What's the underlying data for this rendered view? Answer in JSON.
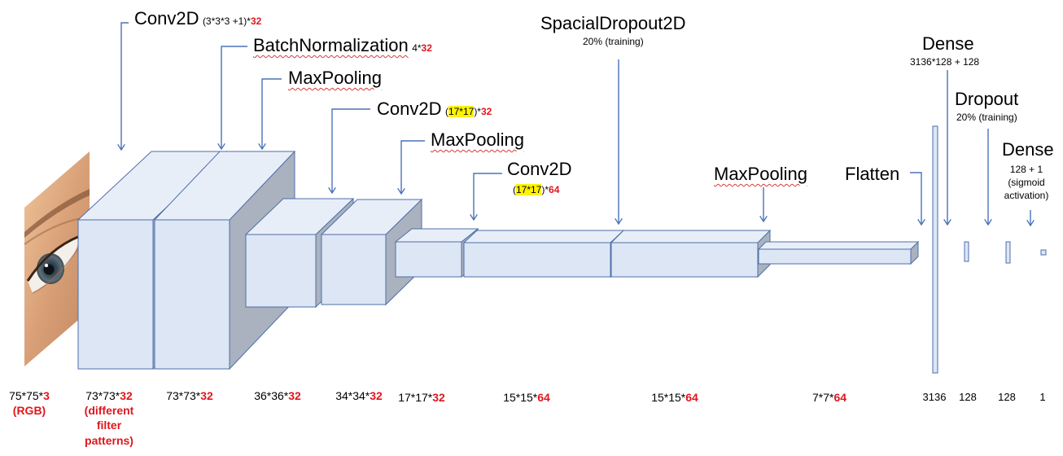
{
  "layers": {
    "conv1": {
      "name": "Conv2D",
      "params_a": "(3*3*3 +1)*",
      "params_b": "32"
    },
    "batchnorm": {
      "name": "BatchNormalization",
      "params_a": "4*",
      "params_b": "32"
    },
    "maxpool1": {
      "name": "MaxPooling"
    },
    "conv2": {
      "name": "Conv2D",
      "params_pre": "(",
      "params_hl": "17*17",
      "params_post": ")*",
      "params_red": "32"
    },
    "maxpool2": {
      "name": "MaxPooling"
    },
    "conv3": {
      "name": "Conv2D",
      "params_pre": "(",
      "params_hl": "17*17",
      "params_post": ")*",
      "params_red": "64"
    },
    "spatial_dropout": {
      "name": "SpacialDropout2D",
      "note": "20% (training)"
    },
    "maxpool3": {
      "name": "MaxPooling"
    },
    "flatten": {
      "name": "Flatten"
    },
    "dense1": {
      "name": "Dense",
      "params": "3136*128 + 128"
    },
    "dropout": {
      "name": "Dropout",
      "note": "20% (training)"
    },
    "dense2": {
      "name": "Dense",
      "params_l1": "128 + 1",
      "params_l2": "(sigmoid",
      "params_l3": "activation)"
    }
  },
  "dimensions": [
    {
      "base": "75*75*",
      "red": "3",
      "note_lines": [
        "(RGB)"
      ]
    },
    {
      "base": "73*73*",
      "red": "32",
      "note_lines": [
        "(different",
        "filter",
        "patterns)"
      ]
    },
    {
      "base": "73*73*",
      "red": "32"
    },
    {
      "base": "36*36*",
      "red": "32"
    },
    {
      "base": "34*34*",
      "red": "32"
    },
    {
      "base": "17*17*",
      "red": "32"
    },
    {
      "base": "15*15*",
      "red": "64"
    },
    {
      "base": "15*15*",
      "red": "64"
    },
    {
      "base": "7*7*",
      "red": "64"
    },
    {
      "base": "3136"
    },
    {
      "base": "128"
    },
    {
      "base": "128"
    },
    {
      "base": "1"
    }
  ],
  "colors": {
    "box_front": "#dce6f5",
    "box_top": "#e8eef8",
    "box_side": "#aab2bf",
    "box_stroke": "#4f6fa8",
    "arrow": "#4a72b8",
    "accent_red": "#e0161c",
    "highlight": "#fff200"
  }
}
